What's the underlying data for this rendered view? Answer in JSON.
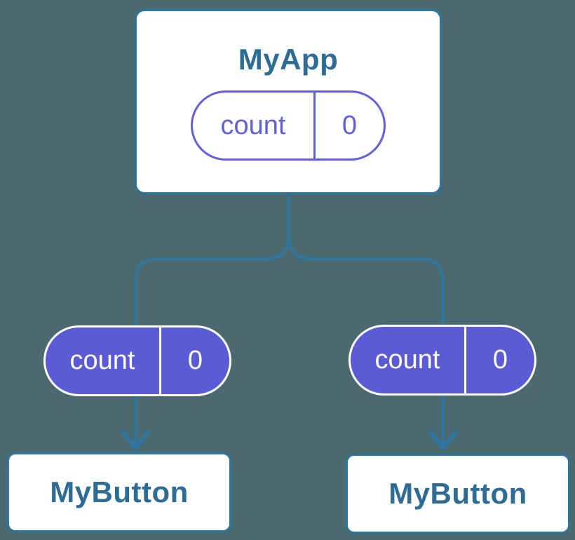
{
  "theme": {
    "background": "#4A6A70",
    "line_blue": "#2E75A0",
    "card_border_blue": "#2E75A0",
    "component_text_blue": "#2C6C95",
    "pill_purple": "#5C5BD6",
    "pill_purple_stroke": "#615FD9",
    "card_white": "#FFFFFF"
  },
  "diagram": {
    "type": "component-state-tree",
    "root": {
      "title": "MyApp",
      "state": {
        "name": "count",
        "value": "0"
      }
    },
    "children": [
      {
        "title": "MyButton",
        "state": {
          "name": "count",
          "value": "0"
        }
      },
      {
        "title": "MyButton",
        "state": {
          "name": "count",
          "value": "0"
        }
      }
    ]
  }
}
